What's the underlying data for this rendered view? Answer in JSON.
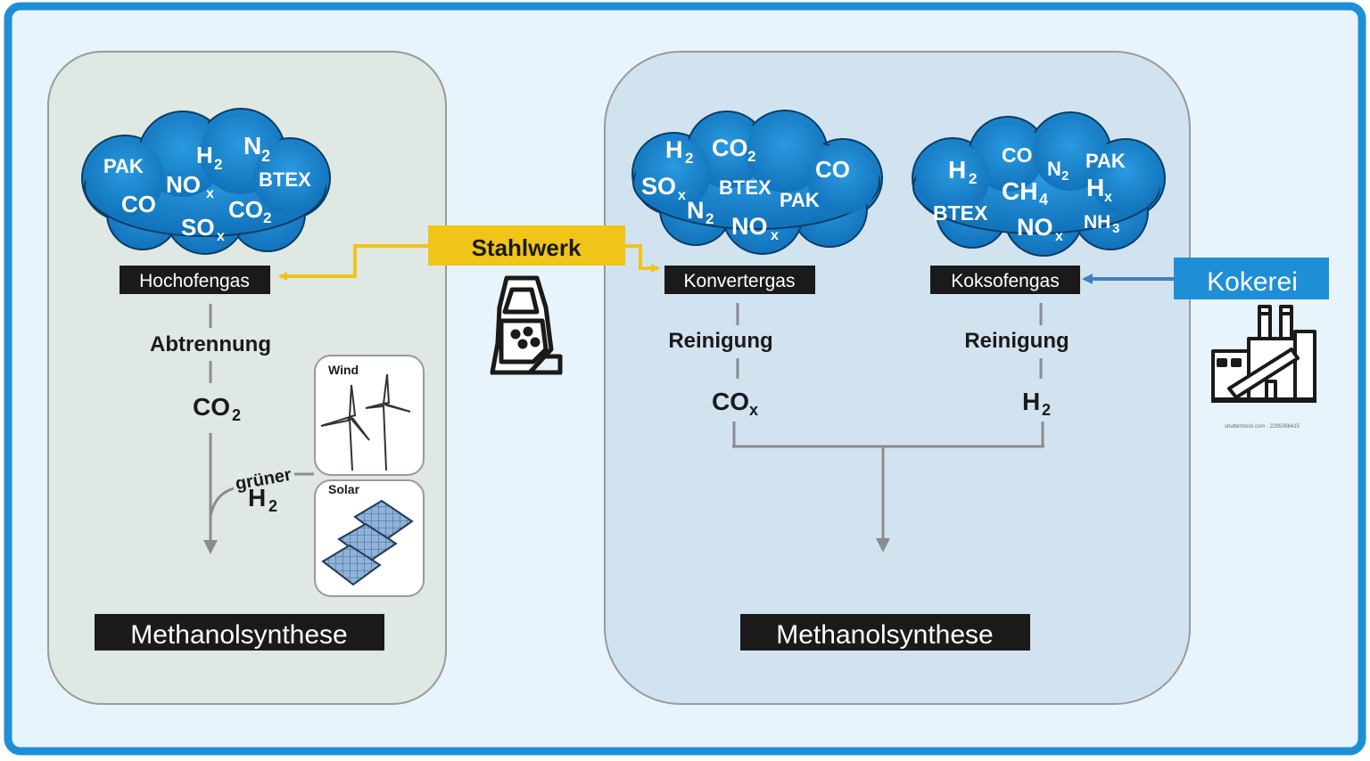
{
  "colors": {
    "frame": "#1e8fd6",
    "canvas": "#e8f4fb",
    "panel_left": "#dfe8e2",
    "panel_right": "#d2e3f0",
    "cloud": "#1681cc",
    "yellow": "#f0c419",
    "blue_box": "#1e8fd6",
    "label_box": "#1a1a1a",
    "connector": "#8c8c8c"
  },
  "left_panel": {
    "cloud_terms": [
      "PAK",
      "H",
      "2",
      "N",
      "2",
      "BTEX",
      "CO",
      "NO",
      "x",
      "CO",
      "2",
      "SO",
      "x"
    ],
    "gas_label": "Hochofengas",
    "step": "Abtrennung",
    "product_main": "CO",
    "product_sub": "2",
    "green_word": "grüner",
    "green_h_main": "H",
    "green_h_sub": "2",
    "wind_label": "Wind",
    "solar_label": "Solar",
    "output": "Methanolsynthese"
  },
  "center": {
    "source": "Stahlwerk",
    "icon": "blast-furnace-icon"
  },
  "right_panel": {
    "cloud1_terms": [
      "H",
      "2",
      "CO",
      "2",
      "CO",
      "SO",
      "x",
      "BTEX",
      "PAK",
      "N",
      "2",
      "NO",
      "x"
    ],
    "cloud2_terms": [
      "CO",
      "N",
      "2",
      "PAK",
      "H",
      "2",
      "CH",
      "4",
      "H",
      "x",
      "BTEX",
      "NO",
      "x",
      "NH",
      "3"
    ],
    "gas1_label": "Konvertergas",
    "gas2_label": "Koksofengas",
    "step1": "Reinigung",
    "step2": "Reinigung",
    "product1_main": "CO",
    "product1_sub": "x",
    "product2_main": "H",
    "product2_sub": "2",
    "output": "Methanolsynthese"
  },
  "kokerei": {
    "label": "Kokerei",
    "icon": "factory-icon",
    "watermark": "shutterstock.com · 2295366415"
  }
}
